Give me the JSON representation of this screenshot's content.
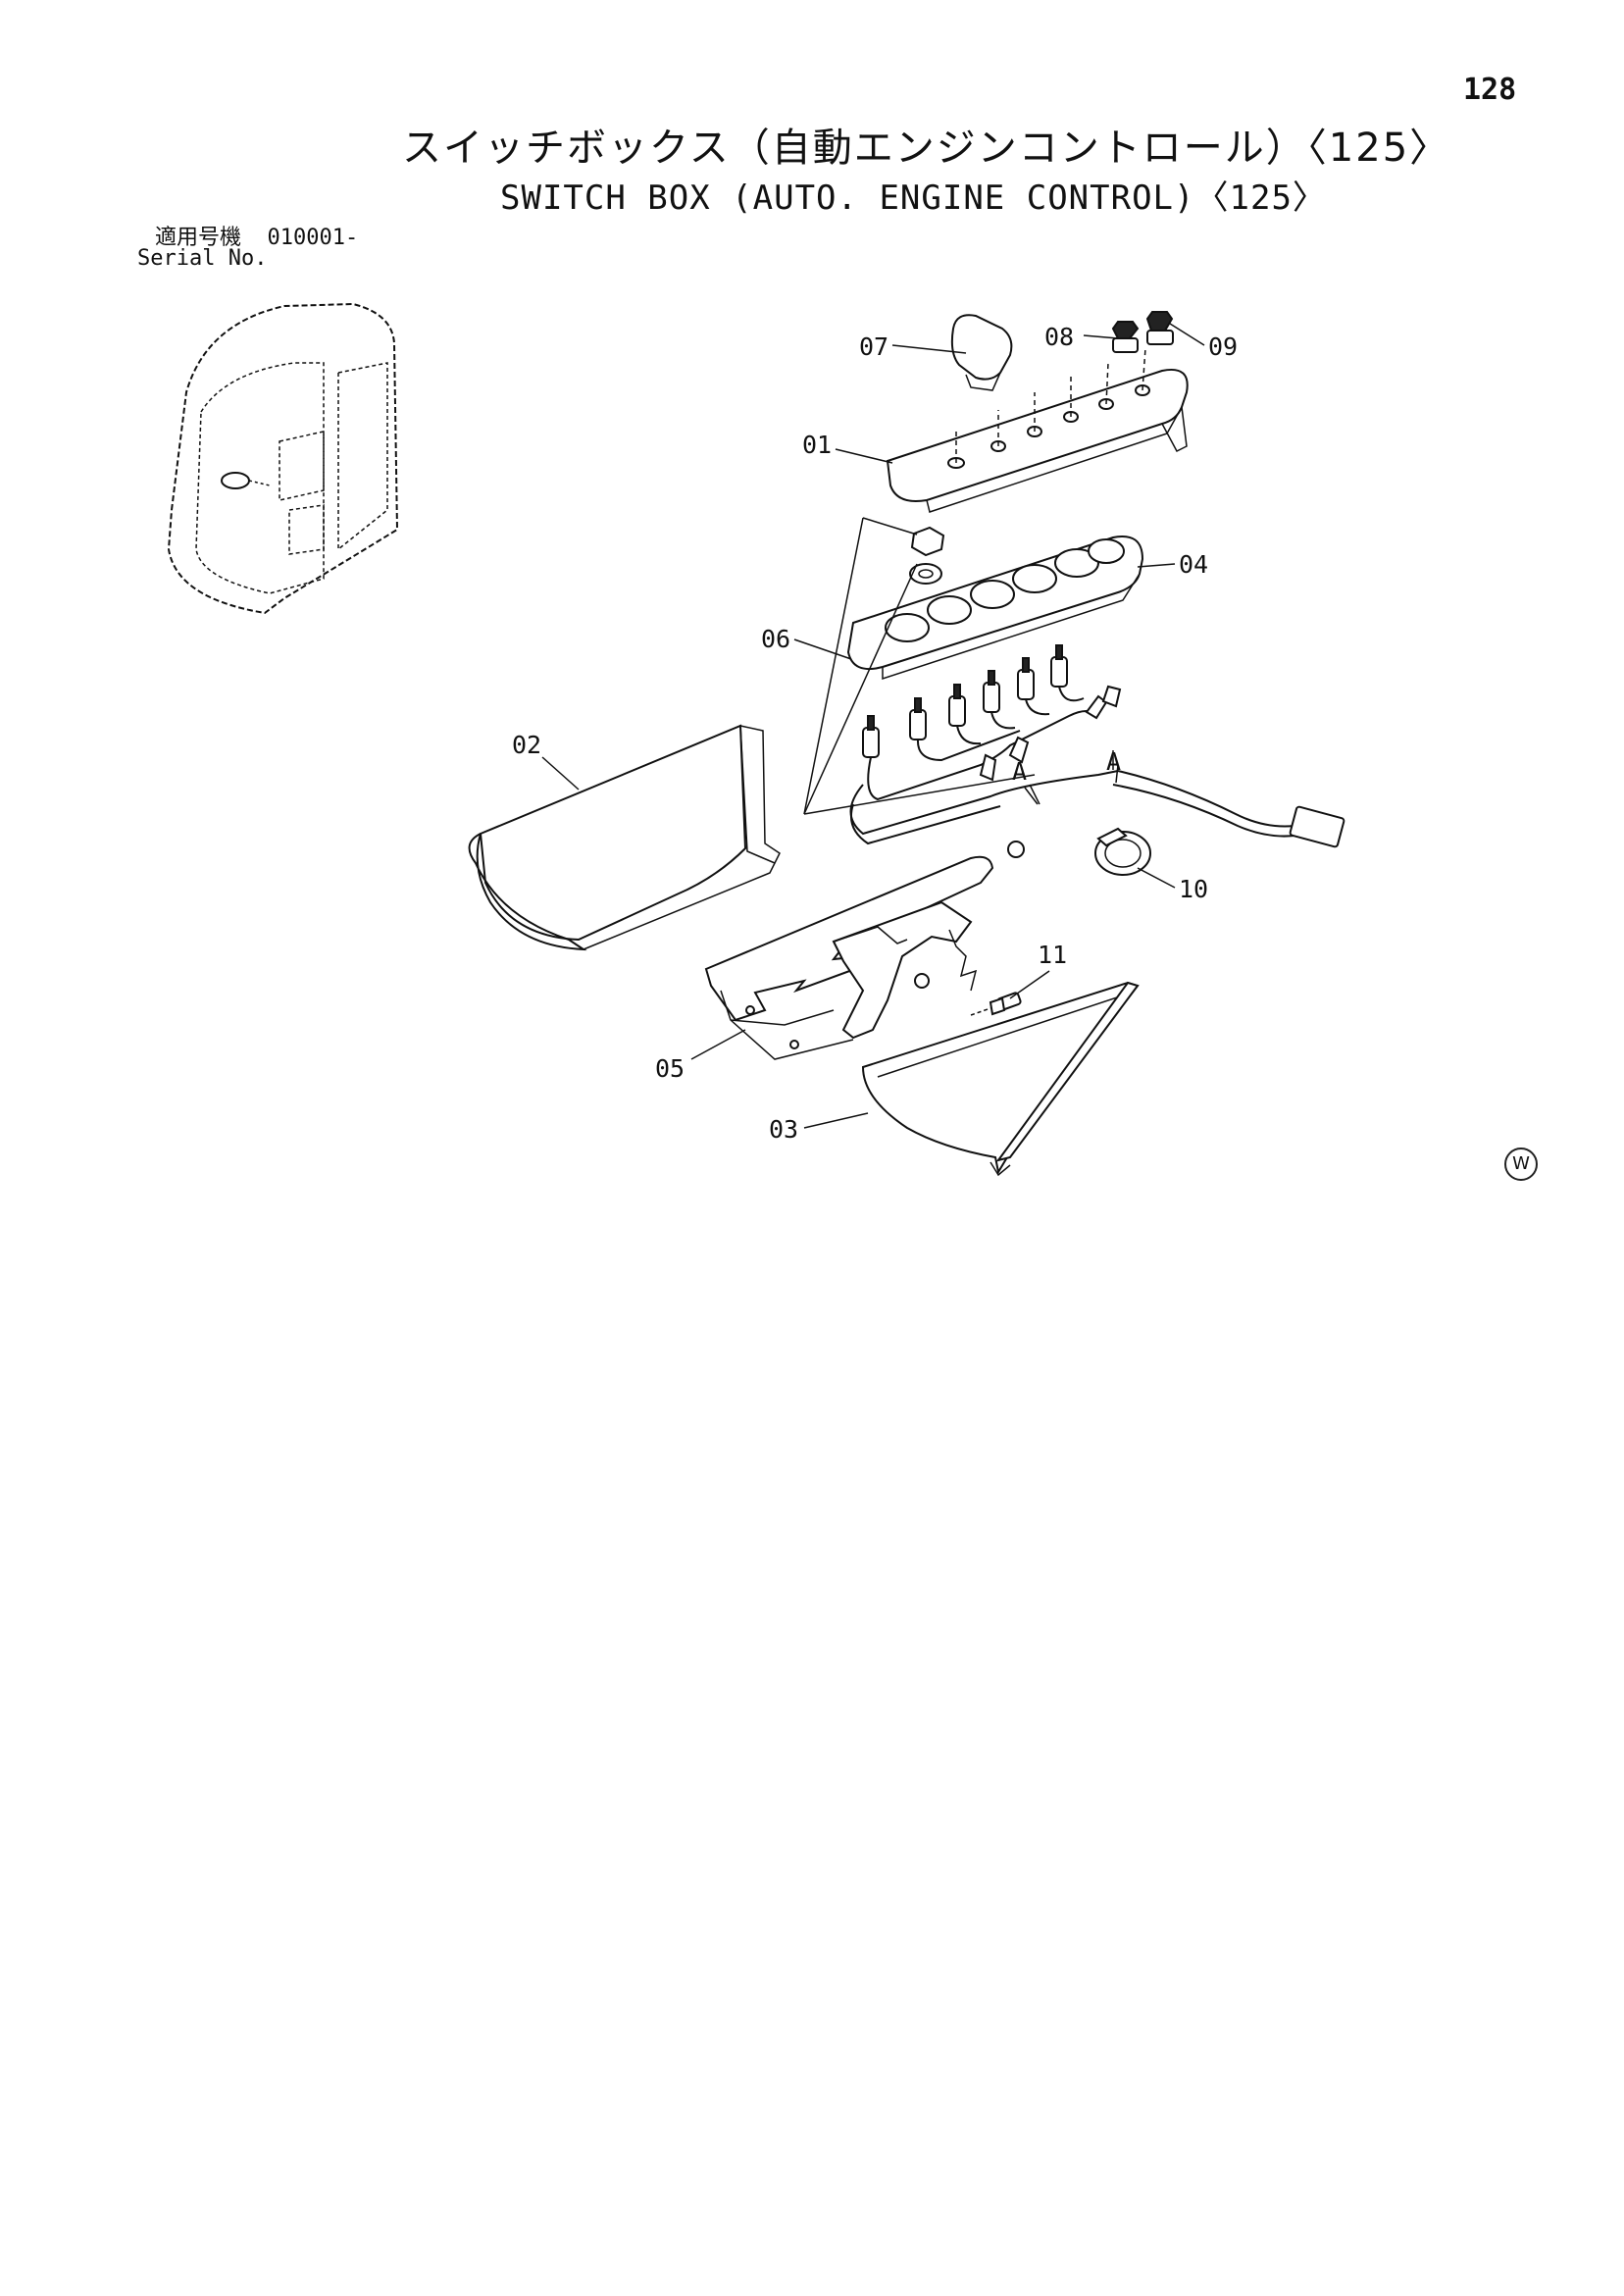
{
  "page_number": "128",
  "title_jp": "スイッチボックス（自動エンジンコントロール）〈125〉",
  "title_en": "SWITCH BOX (AUTO. ENGINE CONTROL)〈125〉",
  "serial": {
    "label_jp": "適用号機",
    "number": "010001-",
    "label_en": "Serial No."
  },
  "callouts": {
    "p01": "01",
    "p02": "02",
    "p03": "03",
    "p04": "04",
    "p05": "05",
    "p06": "06",
    "p07": "07",
    "p08": "08",
    "p09": "09",
    "p10": "10",
    "p11": "11",
    "ref_a1": "A",
    "ref_a2": "A"
  },
  "corner_mark": "W"
}
